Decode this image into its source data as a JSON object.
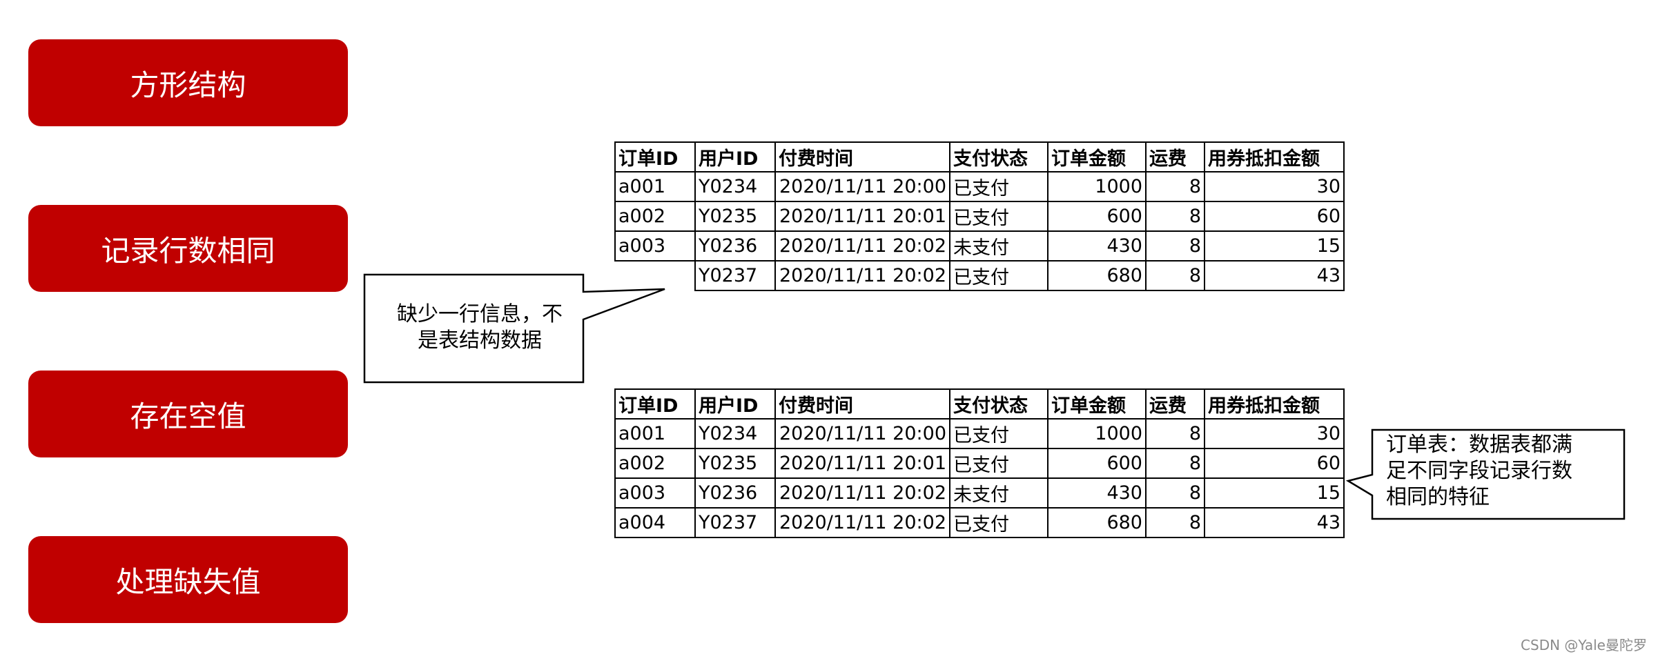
{
  "left_buttons": [
    {
      "label": "方形结构"
    },
    {
      "label": "记录行数相同"
    },
    {
      "label": "存在空值"
    },
    {
      "label": "处理缺失值"
    }
  ],
  "table_headers": [
    "订单ID",
    "用户ID",
    "付费时间",
    "支付状态",
    "订单金额",
    "运费",
    "用券抵扣金额"
  ],
  "table_top": {
    "rows": [
      [
        "a001",
        "Y0234",
        "2020/11/11 20:00",
        "已支付",
        "1000",
        "8",
        "30"
      ],
      [
        "a002",
        "Y0235",
        "2020/11/11 20:01",
        "已支付",
        "600",
        "8",
        "60"
      ],
      [
        "a003",
        "Y0236",
        "2020/11/11 20:02",
        "未支付",
        "430",
        "8",
        "15"
      ],
      [
        "",
        "Y0237",
        "2020/11/11 20:02",
        "已支付",
        "680",
        "8",
        "43"
      ]
    ]
  },
  "table_bottom": {
    "rows": [
      [
        "a001",
        "Y0234",
        "2020/11/11 20:00",
        "已支付",
        "1000",
        "8",
        "30"
      ],
      [
        "a002",
        "Y0235",
        "2020/11/11 20:01",
        "已支付",
        "600",
        "8",
        "60"
      ],
      [
        "a003",
        "Y0236",
        "2020/11/11 20:02",
        "未支付",
        "430",
        "8",
        "15"
      ],
      [
        "a004",
        "Y0237",
        "2020/11/11 20:02",
        "已支付",
        "680",
        "8",
        "43"
      ]
    ]
  },
  "callouts": {
    "left": {
      "line1": "缺少一行信息，不",
      "line2": "是表结构数据"
    },
    "right": {
      "line1": "订单表：数据表都满",
      "line2": "足不同字段记录行数",
      "line3": "相同的特征"
    }
  },
  "watermark": "CSDN @Yale曼陀罗",
  "colors": {
    "button_red": "#c00000"
  }
}
